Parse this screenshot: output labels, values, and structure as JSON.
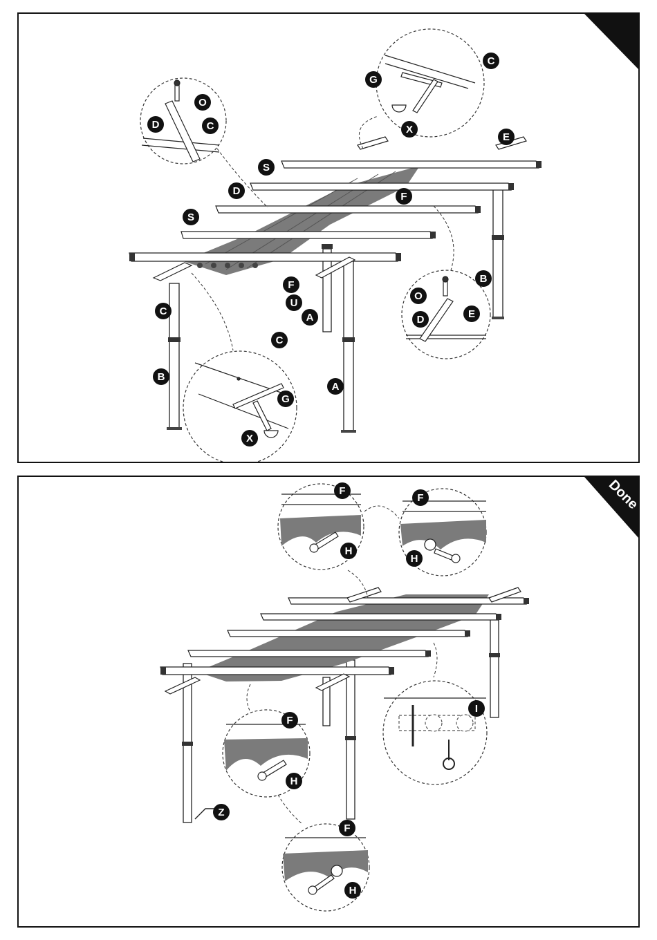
{
  "panel_top": {
    "callouts": [
      "C",
      "G",
      "X",
      "O",
      "D",
      "C",
      "E",
      "S",
      "D",
      "F",
      "S",
      "B",
      "F",
      "U",
      "C",
      "A",
      "O",
      "D",
      "E",
      "C",
      "G",
      "B",
      "X",
      "A"
    ]
  },
  "panel_bottom": {
    "corner_tab": "Done",
    "callouts": [
      "F",
      "H",
      "F",
      "H",
      "I",
      "F",
      "H",
      "Z",
      "F",
      "H"
    ]
  }
}
